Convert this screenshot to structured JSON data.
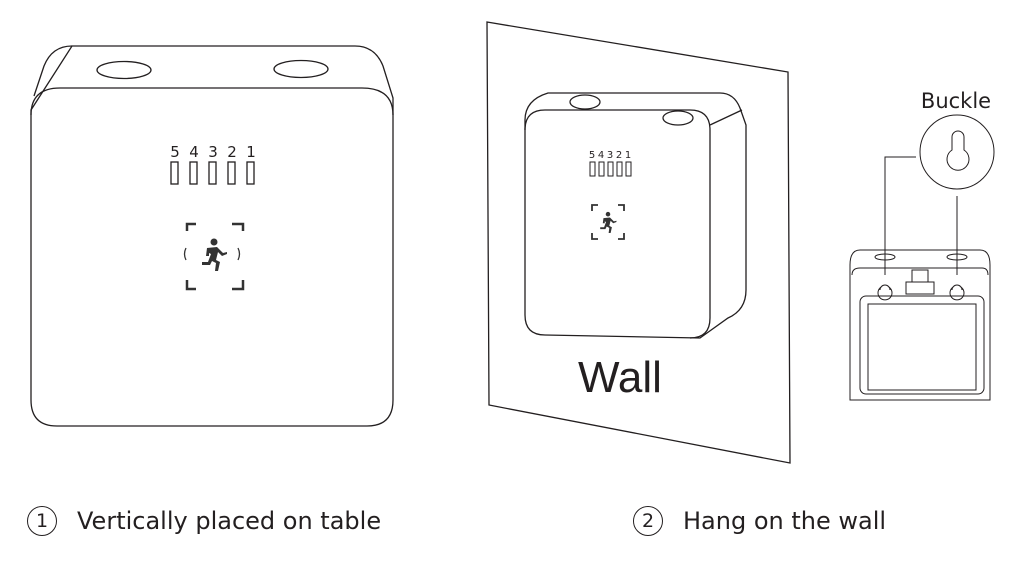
{
  "device_front": {
    "led_labels": [
      "5",
      "4",
      "3",
      "2",
      "1"
    ]
  },
  "device_wall": {
    "led_labels": [
      "5",
      "4",
      "3",
      "2",
      "1"
    ],
    "wall_label": "Wall"
  },
  "device_back": {
    "buckle_label": "Buckle"
  },
  "captions": [
    {
      "number": "1",
      "text": "Vertically placed on table"
    },
    {
      "number": "2",
      "text": "Hang on the wall"
    }
  ]
}
